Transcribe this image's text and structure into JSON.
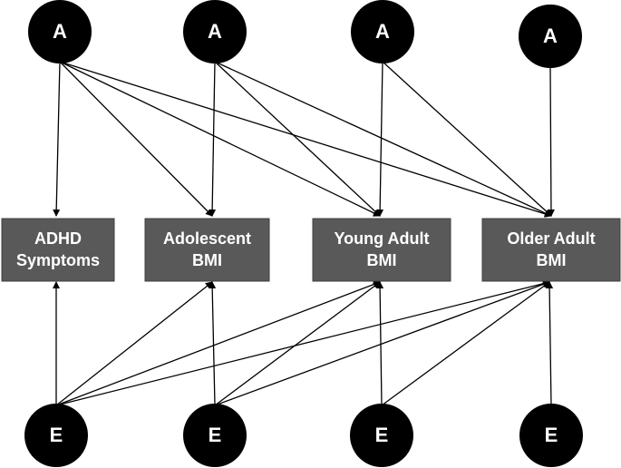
{
  "latent_nodes": {
    "a": [
      {
        "id": "a1",
        "label": "A"
      },
      {
        "id": "a2",
        "label": "A"
      },
      {
        "id": "a3",
        "label": "A"
      },
      {
        "id": "a4",
        "label": "A"
      }
    ],
    "e": [
      {
        "id": "e1",
        "label": "E"
      },
      {
        "id": "e2",
        "label": "E"
      },
      {
        "id": "e3",
        "label": "E"
      },
      {
        "id": "e4",
        "label": "E"
      }
    ]
  },
  "observed_nodes": [
    {
      "id": "adhd",
      "line1": "ADHD",
      "line2": "Symptoms"
    },
    {
      "id": "adolescent",
      "line1": "Adolescent",
      "line2": "BMI"
    },
    {
      "id": "young",
      "line1": "Young Adult",
      "line2": "BMI"
    },
    {
      "id": "older",
      "line1": "Older Adult",
      "line2": "BMI"
    }
  ],
  "colors": {
    "circle": "#000000",
    "box_fill": "#595959",
    "box_border": "#404040",
    "arrow": "#000000",
    "text": "#ffffff"
  },
  "paths": [
    {
      "from": "a1",
      "to": "adhd"
    },
    {
      "from": "a1",
      "to": "adolescent"
    },
    {
      "from": "a1",
      "to": "young"
    },
    {
      "from": "a1",
      "to": "older"
    },
    {
      "from": "a2",
      "to": "adolescent"
    },
    {
      "from": "a2",
      "to": "young"
    },
    {
      "from": "a2",
      "to": "older"
    },
    {
      "from": "a3",
      "to": "young"
    },
    {
      "from": "a3",
      "to": "older"
    },
    {
      "from": "a4",
      "to": "older"
    },
    {
      "from": "e1",
      "to": "adhd"
    },
    {
      "from": "e1",
      "to": "adolescent"
    },
    {
      "from": "e1",
      "to": "young"
    },
    {
      "from": "e1",
      "to": "older"
    },
    {
      "from": "e2",
      "to": "adolescent"
    },
    {
      "from": "e2",
      "to": "young"
    },
    {
      "from": "e2",
      "to": "older"
    },
    {
      "from": "e3",
      "to": "young"
    },
    {
      "from": "e3",
      "to": "older"
    },
    {
      "from": "e4",
      "to": "older"
    }
  ]
}
